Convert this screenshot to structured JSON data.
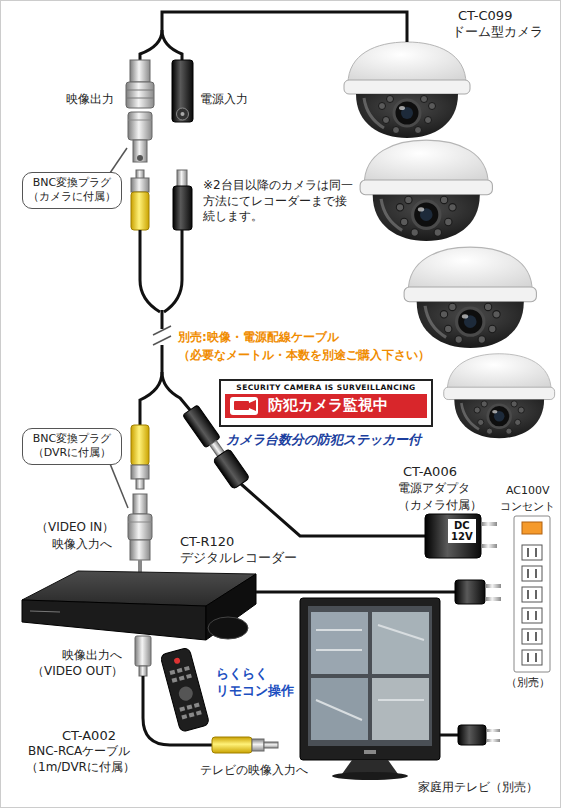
{
  "diagram": {
    "nodes": [
      {
        "text": [
          "BNC変換プラグ（カメラに付属）"
        ]
      },
      {
        "text": [
          "SECURITY CAMERA IS SURVEILLANCING",
          "防犯カメラ監視中"
        ]
      },
      {
        "text": [
          "BNC変換プラグ（DVRに付属）"
        ]
      },
      {
        "text": [
          "DC 12V"
        ]
      }
    ],
    "labels": [
      "CT-C099",
      "ドーム型カメラ",
      "映像出力",
      "電源入力",
      "※2台目以降のカメラは同一方法にてレコーダーまで接続します。",
      "別売:映像・電源配線ケーブル",
      "（必要なメートル・本数を別途ご購入下さい）",
      "カメラ台数分の防犯ステッカー付",
      "CT-A006",
      "電源アダプタ",
      "（カメラ付属）",
      "AC100V",
      "コンセント",
      "（VIDEO IN）",
      "映像入力へ",
      "CT-R120",
      "デジタルレコーダー",
      "らくらく",
      "リモコン操作",
      "（別売）",
      "映像出力へ",
      "（VIDEO OUT）",
      "CT-A002",
      "BNC-RCAケーブル",
      "（1m/DVRに付属）",
      "テレビの映像入力へ",
      "家庭用テレビ（別売）"
    ]
  }
}
